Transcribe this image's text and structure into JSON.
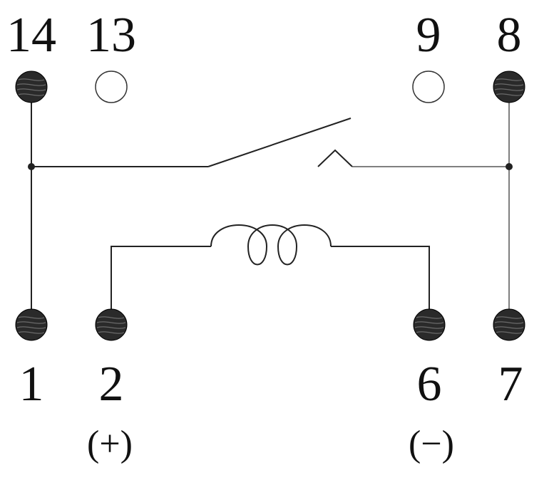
{
  "pins": [
    {
      "id": "14",
      "label": "14",
      "terminal": "filled"
    },
    {
      "id": "13",
      "label": "13",
      "terminal": "open"
    },
    {
      "id": "9",
      "label": "9",
      "terminal": "open"
    },
    {
      "id": "8",
      "label": "8",
      "terminal": "filled"
    },
    {
      "id": "1",
      "label": "1",
      "terminal": "filled"
    },
    {
      "id": "2",
      "label": "2",
      "terminal": "filled"
    },
    {
      "id": "6",
      "label": "6",
      "terminal": "filled"
    },
    {
      "id": "7",
      "label": "7",
      "terminal": "filled"
    }
  ],
  "polarity": {
    "plus": "(+)",
    "minus": "(−)"
  },
  "colors": {
    "terminal_fill": "#2a2a2a",
    "wire": "#222222",
    "background": "#ffffff"
  }
}
